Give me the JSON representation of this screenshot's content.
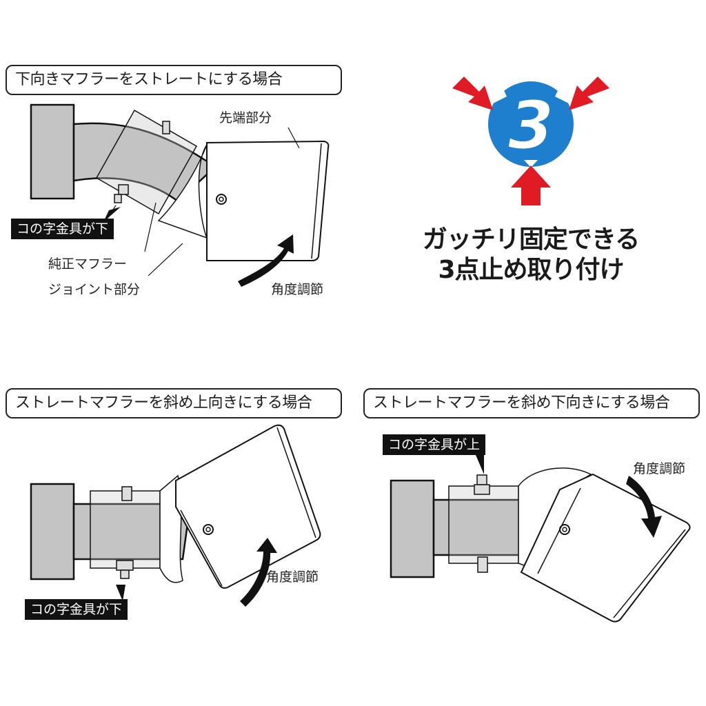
{
  "panels": {
    "top_left": {
      "title": "下向きマフラーをストレートにする場合",
      "labels": {
        "tip_part": "先端部分",
        "bracket": "コの字金具が下",
        "stock_muffler": "純正マフラー",
        "joint_part": "ジョイント部分",
        "angle_adjust": "角度調節"
      }
    },
    "top_right": {
      "badge_number": "3",
      "headline_line1": "ガッチリ固定できる",
      "headline_line2": "3点止め取り付け",
      "colors": {
        "badge_blue": "#1f7fcf",
        "arrow_red": "#e01b24"
      }
    },
    "bottom_left": {
      "title": "ストレートマフラーを斜め上向きにする場合",
      "labels": {
        "bracket": "コの字金具が下",
        "angle_adjust": "角度調節"
      }
    },
    "bottom_right": {
      "title": "ストレートマフラーを斜め下向きにする場合",
      "labels": {
        "bracket": "コの字金具が上",
        "angle_adjust": "角度調節"
      }
    }
  }
}
